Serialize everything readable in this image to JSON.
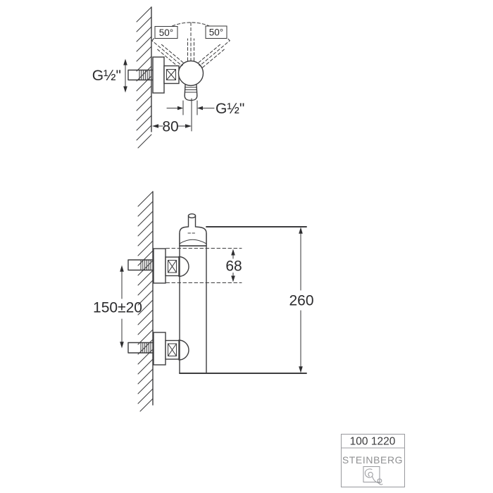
{
  "top_view": {
    "swivel_angle_left": "50°",
    "swivel_angle_right": "50°",
    "inlet_thread_label": "G½\"",
    "outlet_thread_label": "G½\"",
    "wall_distance_label": "80"
  },
  "front_view": {
    "head_offset_label": "68",
    "body_height_label": "260",
    "connection_spacing_label": "150±20"
  },
  "title_block": {
    "article_number": "100 1220",
    "brand_name": "STEINBERG"
  },
  "colors": {
    "line": "#3d3d3f",
    "brand_gray": "#8f9092",
    "background": "#ffffff"
  }
}
